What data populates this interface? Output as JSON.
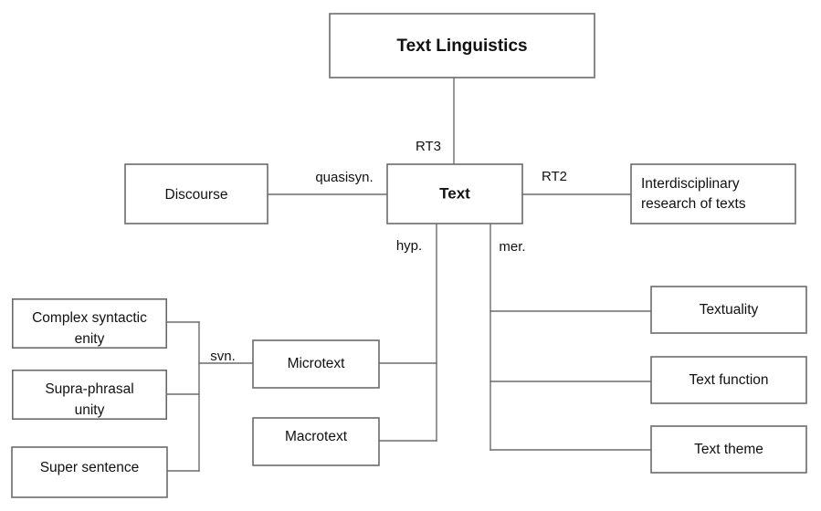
{
  "diagram": {
    "type": "hierarchy-tree",
    "title": "Text Linguistics",
    "background_color": "#ffffff",
    "box_border_color": "#6b6b6b",
    "line_color": "#6b6b6b",
    "text_color": "#111111",
    "nodes": {
      "root": {
        "label": "Text Linguistics"
      },
      "center": {
        "label": "Text"
      },
      "discourse": {
        "label": "Discourse"
      },
      "interdisciplinary": {
        "line1": "Interdisciplinary",
        "line2": "research of texts"
      },
      "complex_syntactic": {
        "line1": "Complex syntactic",
        "line2": "enity"
      },
      "supra_phrasal": {
        "line1": "Supra-phrasal",
        "line2": "unity"
      },
      "super_sentence": {
        "label": "Super sentence"
      },
      "microtext": {
        "label": "Microtext"
      },
      "macrotext": {
        "label": "Macrotext"
      },
      "textuality": {
        "label": "Textuality"
      },
      "text_function": {
        "label": "Text function"
      },
      "text_theme": {
        "label": "Text theme"
      }
    },
    "edge_labels": {
      "rt3": "RT3",
      "rt2": "RT2",
      "quasisyn": "quasisyn.",
      "hyp": "hyp.",
      "mer": "mer.",
      "syn": "svn."
    }
  }
}
